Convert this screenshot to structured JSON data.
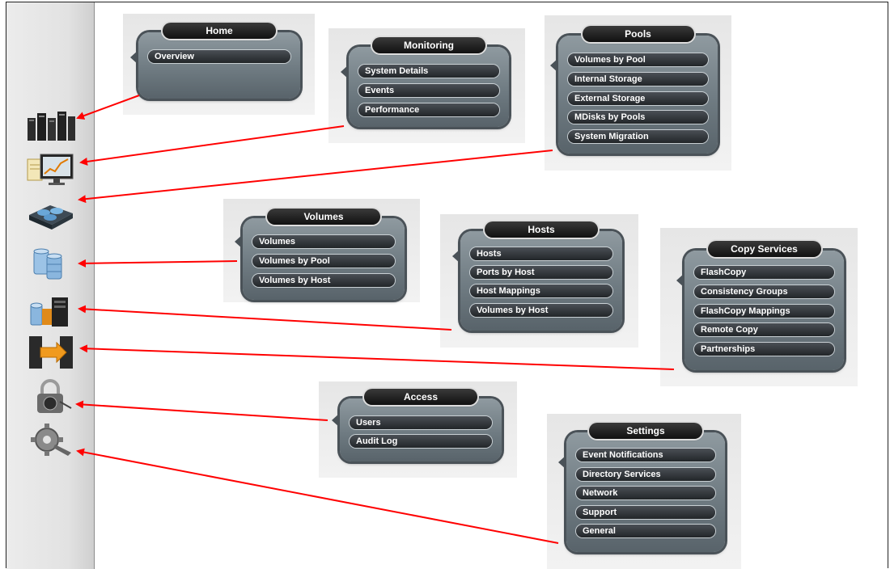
{
  "menus": {
    "home": {
      "title": "Home",
      "items": [
        "Overview"
      ]
    },
    "monitoring": {
      "title": "Monitoring",
      "items": [
        "System Details",
        "Events",
        "Performance"
      ]
    },
    "pools": {
      "title": "Pools",
      "items": [
        "Volumes by Pool",
        "Internal Storage",
        "External Storage",
        "MDisks by Pools",
        "System Migration"
      ]
    },
    "volumes": {
      "title": "Volumes",
      "items": [
        "Volumes",
        "Volumes by Pool",
        "Volumes by Host"
      ]
    },
    "hosts": {
      "title": "Hosts",
      "items": [
        "Hosts",
        "Ports by Host",
        "Host Mappings",
        "Volumes by Host"
      ]
    },
    "copy_services": {
      "title": "Copy Services",
      "items": [
        "FlashCopy",
        "Consistency Groups",
        "FlashCopy Mappings",
        "Remote Copy",
        "Partnerships"
      ]
    },
    "access": {
      "title": "Access",
      "items": [
        "Users",
        "Audit Log"
      ]
    },
    "settings": {
      "title": "Settings",
      "items": [
        "Event Notifications",
        "Directory Services",
        "Network",
        "Support",
        "General"
      ]
    }
  },
  "sidebar_icons": [
    "home-servers-icon",
    "monitoring-icon",
    "pools-icon",
    "volumes-icon",
    "hosts-icon",
    "copy-services-icon",
    "access-lock-icon",
    "settings-gear-icon"
  ],
  "colors": {
    "arrow": "#ff0000",
    "menu_body": "#6f7b82",
    "menu_item": "#2a2e32",
    "title_pill": "#1a1a1a"
  }
}
